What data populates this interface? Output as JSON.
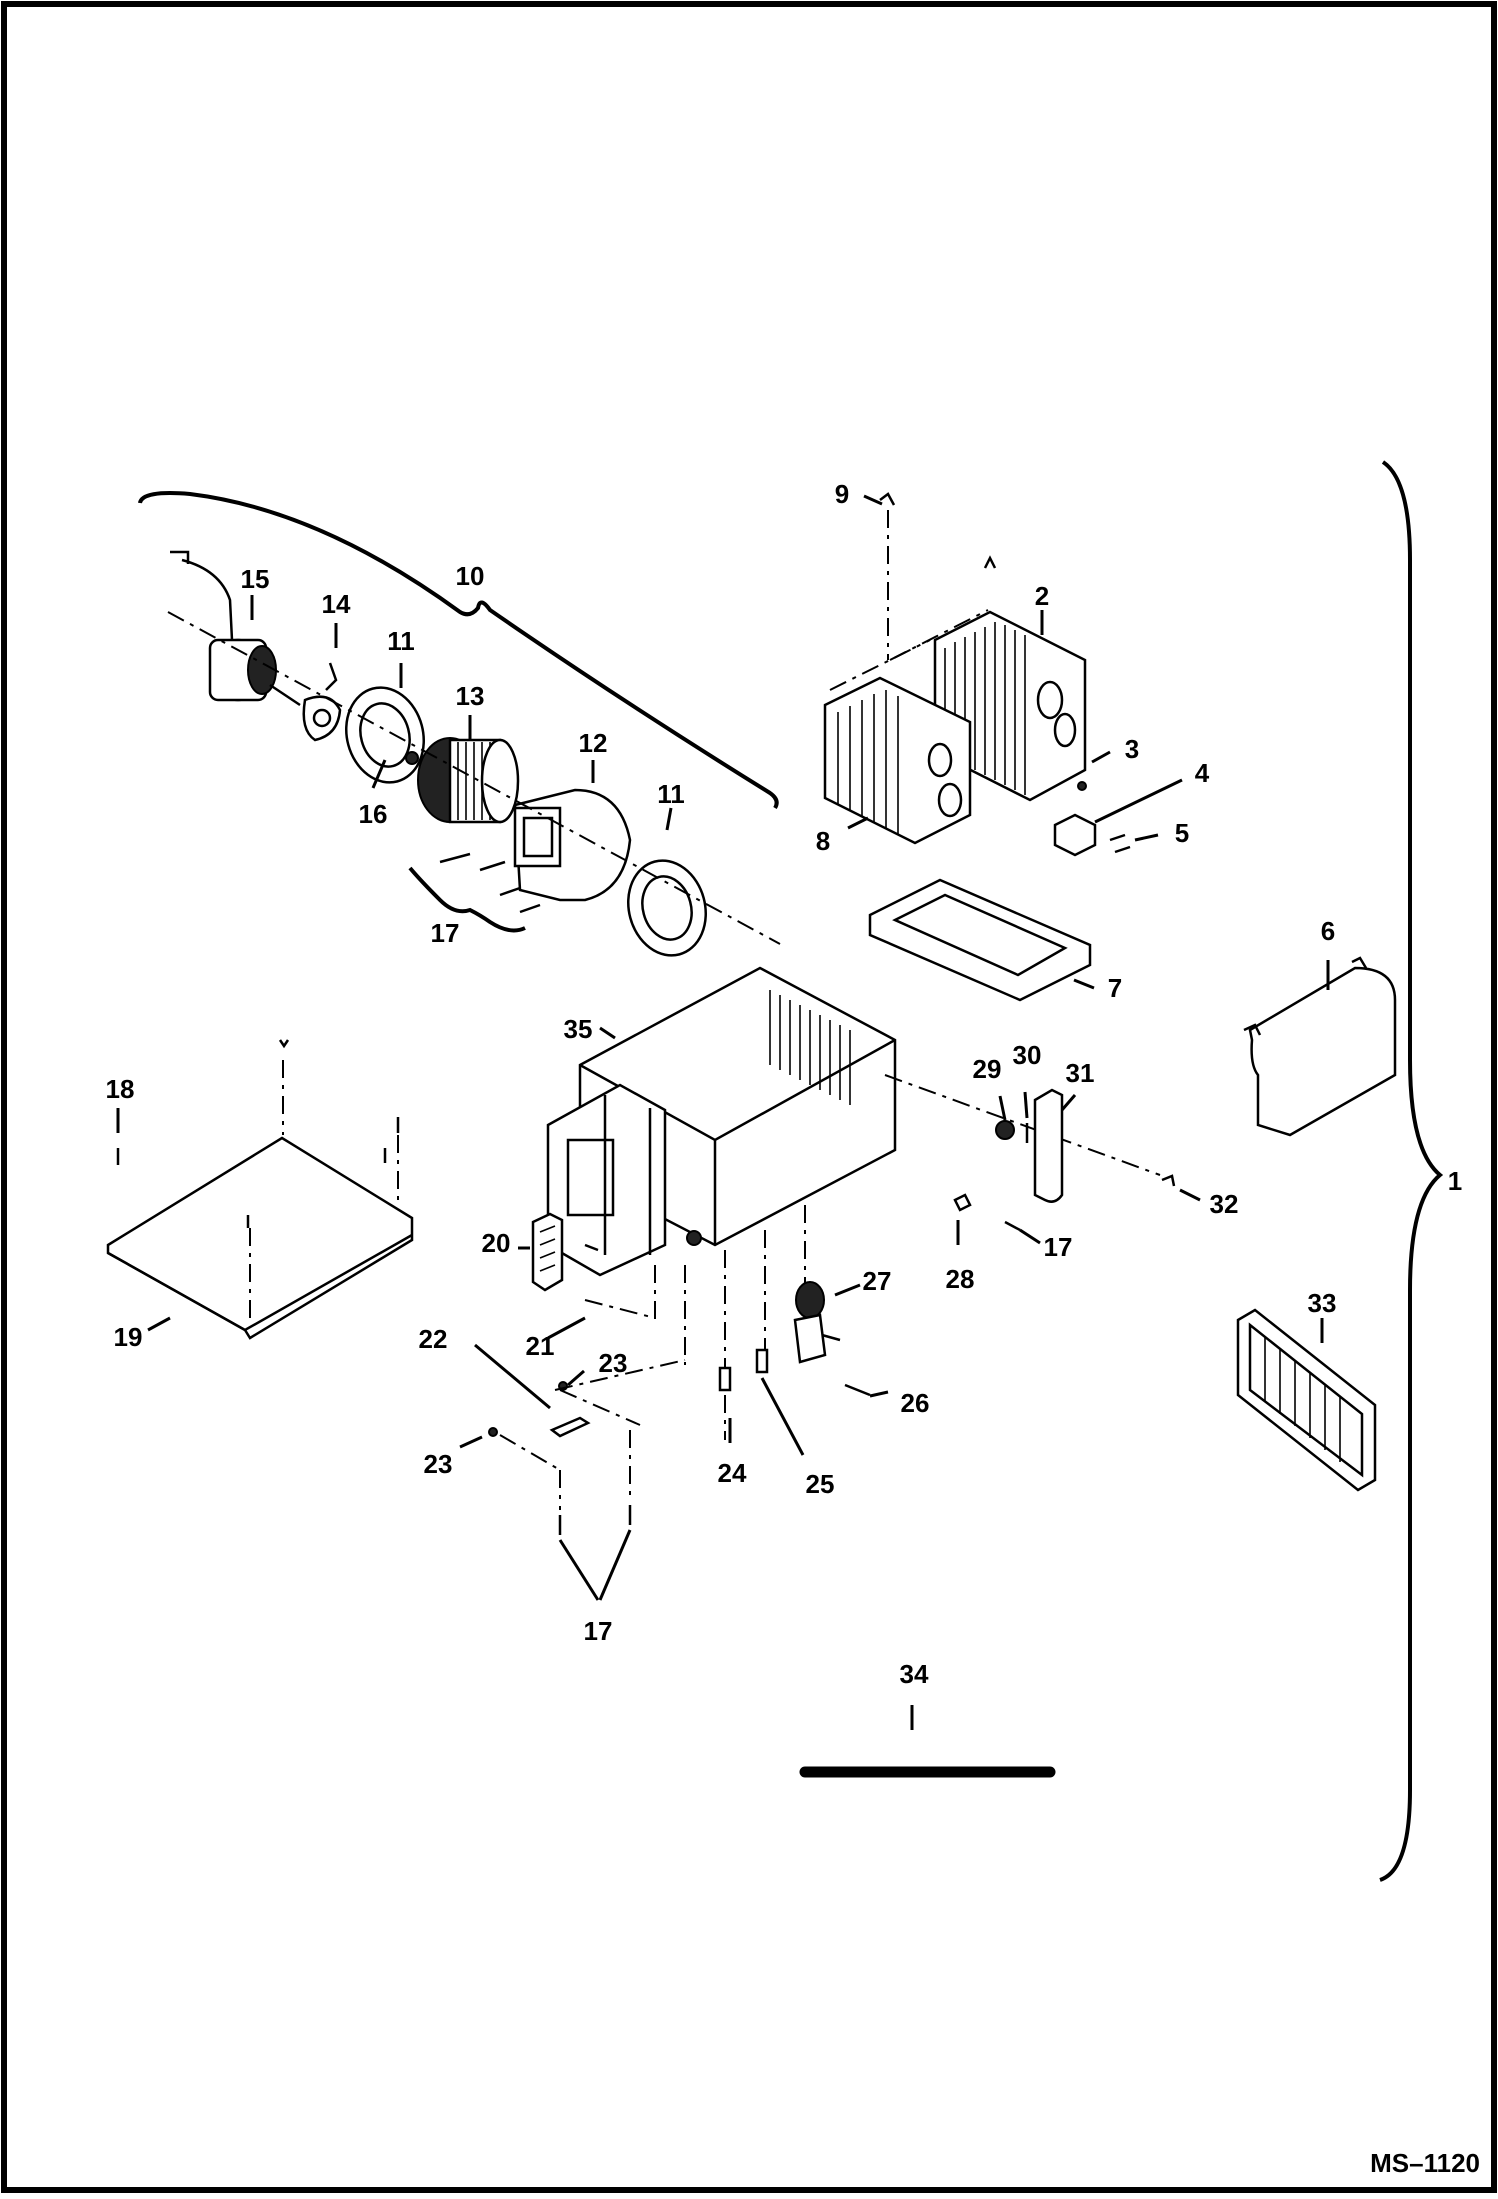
{
  "drawing_id": "MS–1120",
  "callouts": {
    "c1": "1",
    "c2": "2",
    "c3": "3",
    "c4": "4",
    "c5": "5",
    "c6": "6",
    "c7": "7",
    "c8": "8",
    "c9": "9",
    "c10": "10",
    "c11a": "11",
    "c11b": "11",
    "c12": "12",
    "c13": "13",
    "c14": "14",
    "c15": "15",
    "c16": "16",
    "c17a": "17",
    "c17b": "17",
    "c17c": "17",
    "c18": "18",
    "c19": "19",
    "c20": "20",
    "c21": "21",
    "c22": "22",
    "c23a": "23",
    "c23b": "23",
    "c24": "24",
    "c25": "25",
    "c26": "26",
    "c27": "27",
    "c28": "28",
    "c29": "29",
    "c30": "30",
    "c31": "31",
    "c32": "32",
    "c33": "33",
    "c34": "34",
    "c35": "35"
  }
}
